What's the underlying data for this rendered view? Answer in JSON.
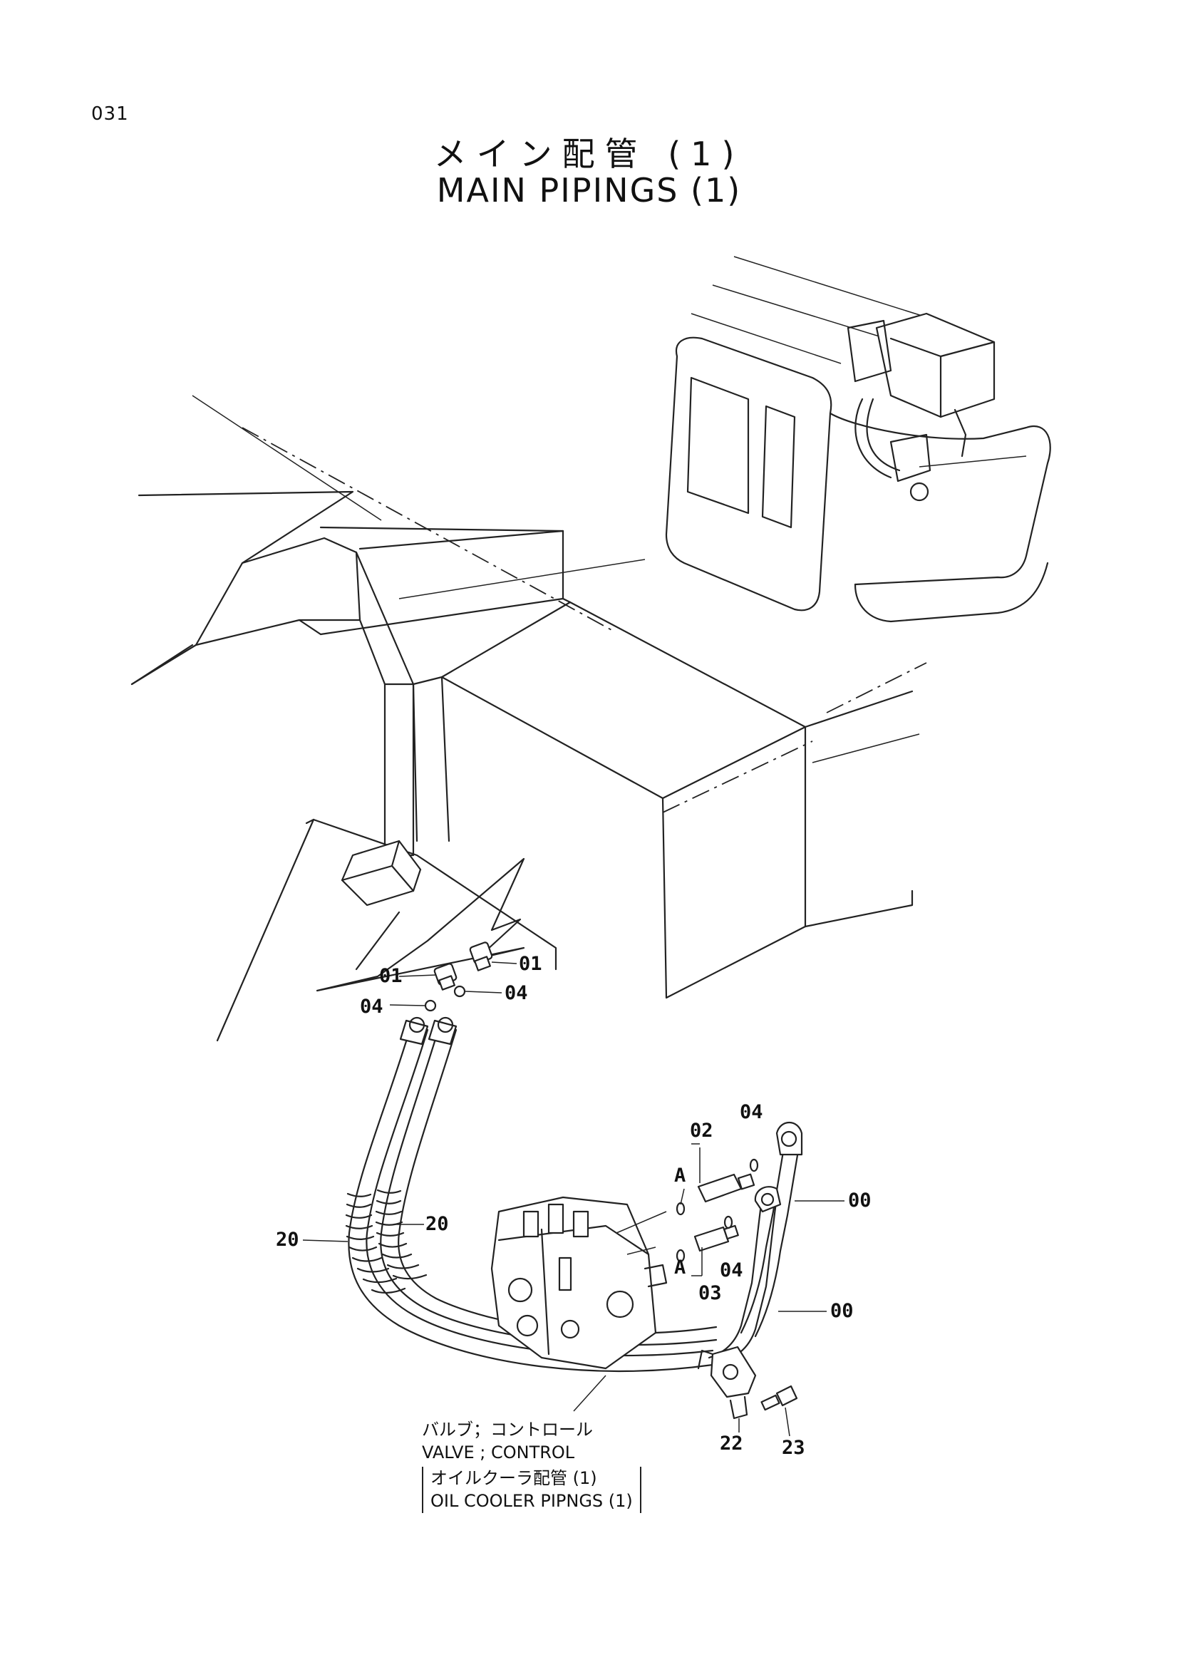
{
  "page_number": "031",
  "title": {
    "jp": "メイン配管 (1)",
    "en": "MAIN PIPINGS (1)"
  },
  "callouts": {
    "fitting_left": "01",
    "fitting_right": "01",
    "oring_left": "04",
    "oring_right": "04",
    "adapter_upper": "02",
    "oring_upper": "04",
    "marker_a_upper": "A",
    "marker_a_lower": "A",
    "oring_lower": "04",
    "adapter_lower": "03",
    "pipe_upper": "00",
    "pipe_lower": "00",
    "hose_left": "20",
    "hose_right": "20",
    "clamp": "22",
    "bolt": "23"
  },
  "notes": {
    "valve_jp": "バルブ；コントロール",
    "valve_en": "VALVE ; CONTROL",
    "cooler_jp": "オイルクーラ配管 (1)",
    "cooler_en": "OIL COOLER PIPNGS (1)"
  }
}
